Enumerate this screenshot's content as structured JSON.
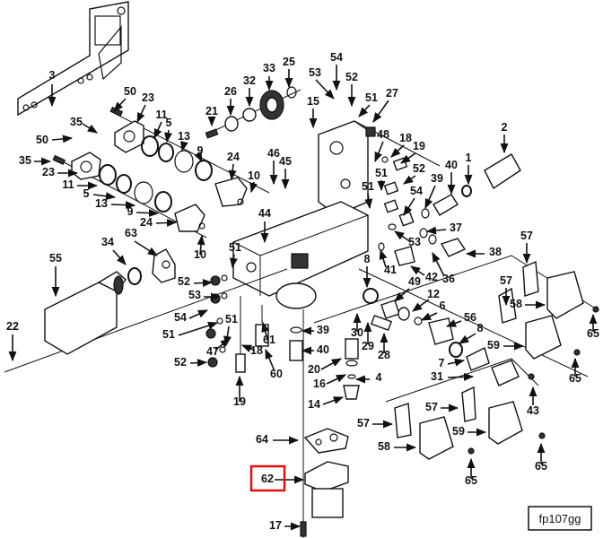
{
  "figure_id": "fp107gg",
  "highlighted_callout": "62",
  "highlight_color": "#e01010",
  "callouts": [
    {
      "id": "c3",
      "label": "3"
    },
    {
      "id": "c50a",
      "label": "50"
    },
    {
      "id": "c23a",
      "label": "23"
    },
    {
      "id": "c35a",
      "label": "35"
    },
    {
      "id": "c50b",
      "label": "50"
    },
    {
      "id": "c35b",
      "label": "35"
    },
    {
      "id": "c23b",
      "label": "23"
    },
    {
      "id": "c11a",
      "label": "11"
    },
    {
      "id": "c5a",
      "label": "5"
    },
    {
      "id": "c13a",
      "label": "13"
    },
    {
      "id": "c9a",
      "label": "9"
    },
    {
      "id": "c11b",
      "label": "11"
    },
    {
      "id": "c5b",
      "label": "5"
    },
    {
      "id": "c13b",
      "label": "13"
    },
    {
      "id": "c9b",
      "label": "9"
    },
    {
      "id": "c24a",
      "label": "24"
    },
    {
      "id": "c24b",
      "label": "24"
    },
    {
      "id": "c10a",
      "label": "10"
    },
    {
      "id": "c10b",
      "label": "10"
    },
    {
      "id": "c21",
      "label": "21"
    },
    {
      "id": "c26",
      "label": "26"
    },
    {
      "id": "c32",
      "label": "32"
    },
    {
      "id": "c33",
      "label": "33"
    },
    {
      "id": "c25",
      "label": "25"
    },
    {
      "id": "c46",
      "label": "46"
    },
    {
      "id": "c45",
      "label": "45"
    },
    {
      "id": "c15",
      "label": "15"
    },
    {
      "id": "c53a",
      "label": "53"
    },
    {
      "id": "c54a",
      "label": "54"
    },
    {
      "id": "c52a",
      "label": "52"
    },
    {
      "id": "c51a",
      "label": "51"
    },
    {
      "id": "c27",
      "label": "27"
    },
    {
      "id": "c48",
      "label": "48"
    },
    {
      "id": "c18a",
      "label": "18"
    },
    {
      "id": "c19a",
      "label": "19"
    },
    {
      "id": "c51b",
      "label": "51"
    },
    {
      "id": "c51c",
      "label": "51"
    },
    {
      "id": "c52b",
      "label": "52"
    },
    {
      "id": "c54b",
      "label": "54"
    },
    {
      "id": "c53b",
      "label": "53"
    },
    {
      "id": "c39a",
      "label": "39"
    },
    {
      "id": "c40a",
      "label": "40"
    },
    {
      "id": "c1",
      "label": "1"
    },
    {
      "id": "c2",
      "label": "2"
    },
    {
      "id": "c37",
      "label": "37"
    },
    {
      "id": "c38",
      "label": "38"
    },
    {
      "id": "c36",
      "label": "36"
    },
    {
      "id": "c42",
      "label": "42"
    },
    {
      "id": "c41",
      "label": "41"
    },
    {
      "id": "c44",
      "label": "44"
    },
    {
      "id": "c34",
      "label": "34"
    },
    {
      "id": "c63",
      "label": "63"
    },
    {
      "id": "c55",
      "label": "55"
    },
    {
      "id": "c22",
      "label": "22"
    },
    {
      "id": "c51d",
      "label": "51"
    },
    {
      "id": "c52c",
      "label": "52"
    },
    {
      "id": "c53c",
      "label": "53"
    },
    {
      "id": "c54c",
      "label": "54"
    },
    {
      "id": "c51e",
      "label": "51"
    },
    {
      "id": "c51f",
      "label": "51"
    },
    {
      "id": "c52d",
      "label": "52"
    },
    {
      "id": "c47",
      "label": "47"
    },
    {
      "id": "c18b",
      "label": "18"
    },
    {
      "id": "c19b",
      "label": "19"
    },
    {
      "id": "c61",
      "label": "61"
    },
    {
      "id": "c60",
      "label": "60"
    },
    {
      "id": "c39b",
      "label": "39"
    },
    {
      "id": "c40b",
      "label": "40"
    },
    {
      "id": "c20",
      "label": "20"
    },
    {
      "id": "c16",
      "label": "16"
    },
    {
      "id": "c4",
      "label": "4"
    },
    {
      "id": "c14",
      "label": "14"
    },
    {
      "id": "c8a",
      "label": "8"
    },
    {
      "id": "c49",
      "label": "49"
    },
    {
      "id": "c12",
      "label": "12"
    },
    {
      "id": "c6",
      "label": "6"
    },
    {
      "id": "c30",
      "label": "30"
    },
    {
      "id": "c29",
      "label": "29"
    },
    {
      "id": "c28",
      "label": "28"
    },
    {
      "id": "c56",
      "label": "56"
    },
    {
      "id": "c8b",
      "label": "8"
    },
    {
      "id": "c7",
      "label": "7"
    },
    {
      "id": "c31",
      "label": "31"
    },
    {
      "id": "c43",
      "label": "43"
    },
    {
      "id": "c57a",
      "label": "57"
    },
    {
      "id": "c57b",
      "label": "57"
    },
    {
      "id": "c58a",
      "label": "58"
    },
    {
      "id": "c59a",
      "label": "59"
    },
    {
      "id": "c65a",
      "label": "65"
    },
    {
      "id": "c65b",
      "label": "65"
    },
    {
      "id": "c57c",
      "label": "57"
    },
    {
      "id": "c57d",
      "label": "57"
    },
    {
      "id": "c58b",
      "label": "58"
    },
    {
      "id": "c59b",
      "label": "59"
    },
    {
      "id": "c65c",
      "label": "65"
    },
    {
      "id": "c65d",
      "label": "65"
    },
    {
      "id": "c64",
      "label": "64"
    },
    {
      "id": "c62",
      "label": "62"
    },
    {
      "id": "c17",
      "label": "17"
    }
  ]
}
